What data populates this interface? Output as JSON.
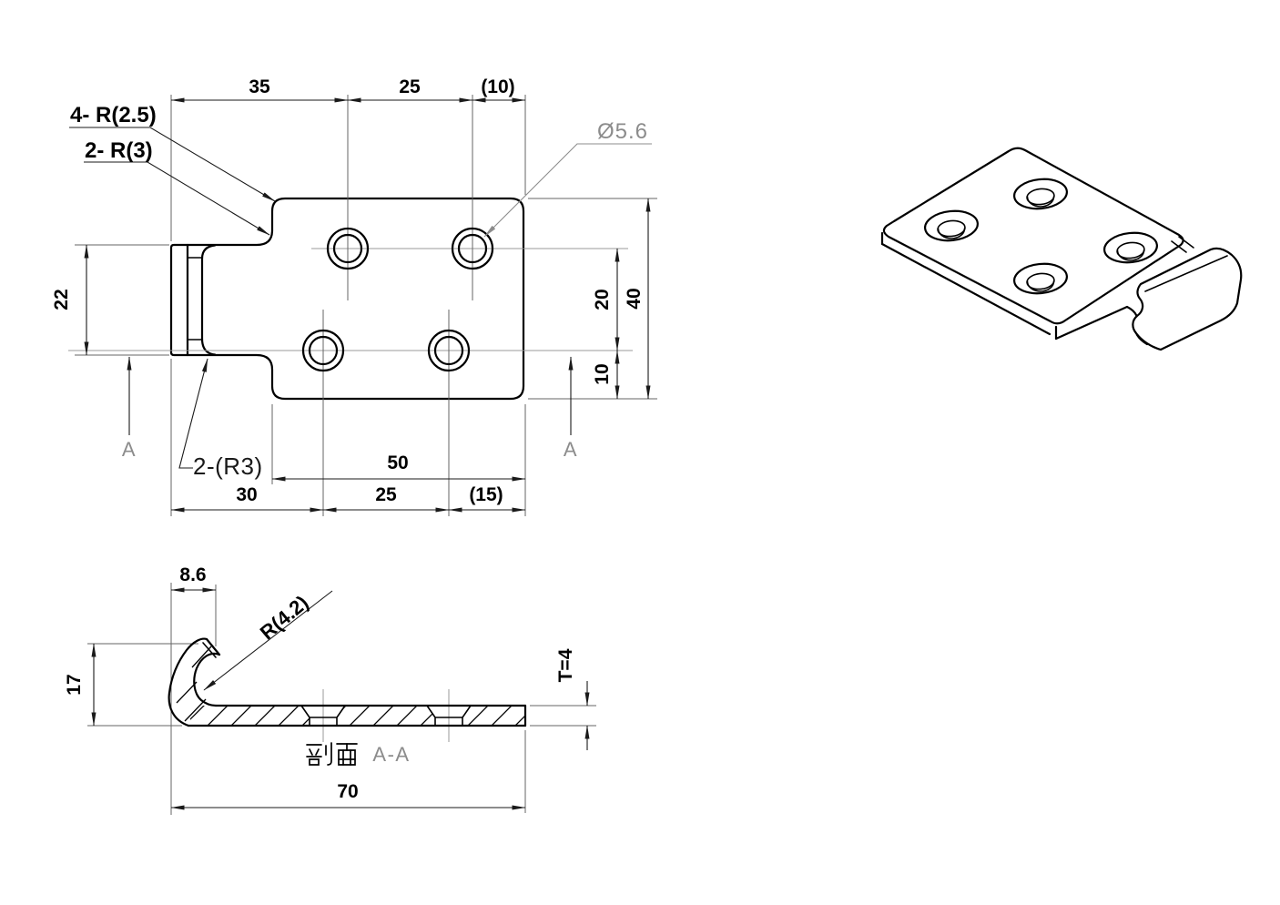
{
  "top_view": {
    "callouts": {
      "corner_fillets": "4- R(2.5)",
      "notch_fillets": "2- R(3)",
      "flange_fillets": "2-(R3)",
      "hole_diameter": "Ø5.6"
    },
    "dims": {
      "w35": "35",
      "w25_top": "25",
      "w10_ref": "(10)",
      "h40": "40",
      "h20": "20",
      "h10": "10",
      "h22": "22",
      "w50": "50",
      "w30": "30",
      "w25_bot": "25",
      "w15_ref": "(15)"
    },
    "section_marker": "A"
  },
  "section_view": {
    "dims": {
      "w86": "8.6",
      "h17": "17",
      "w70": "70",
      "thickness": "T=4"
    },
    "callouts": {
      "bend_radius": "R(4.2)"
    },
    "title_cn": "剖面",
    "title_section": "A-A"
  },
  "colors": {
    "outline": "#000000",
    "dimension": "#1a1a1a",
    "extension": "#666666",
    "centerline": "#9a9a9a",
    "gray_text": "#8c8c8c",
    "background": "#ffffff"
  }
}
